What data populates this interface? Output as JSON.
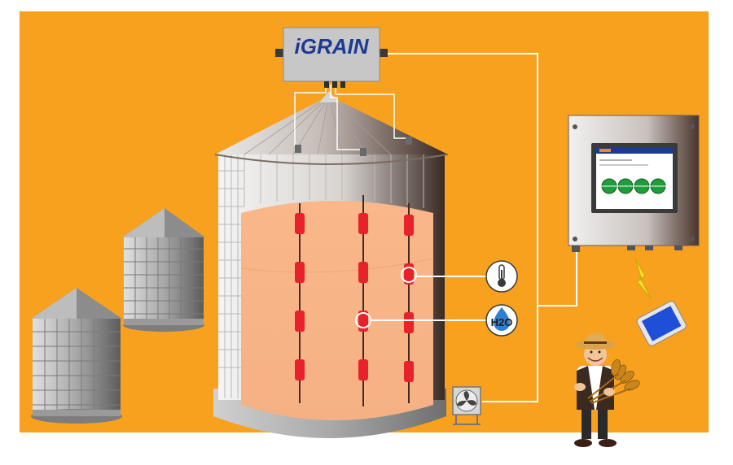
{
  "brand": {
    "prefix": "i",
    "name": "GRAIN"
  },
  "sensors": {
    "temperature_icon": "thermometer-icon",
    "moisture_icon": "water-drop-icon",
    "moisture_label": "H2O"
  },
  "colors": {
    "background": "#f7a11f",
    "cable": "#ffffff",
    "sensor": "#e8222a",
    "grain": "#f7b98a",
    "controller_text": "#1d3a93",
    "status_ok": "#1f9d3a"
  },
  "icons": {
    "wireless": "lightning-icon",
    "mobile": "tablet-icon",
    "fan": "fan-icon",
    "farmer": "farmer-icon"
  }
}
